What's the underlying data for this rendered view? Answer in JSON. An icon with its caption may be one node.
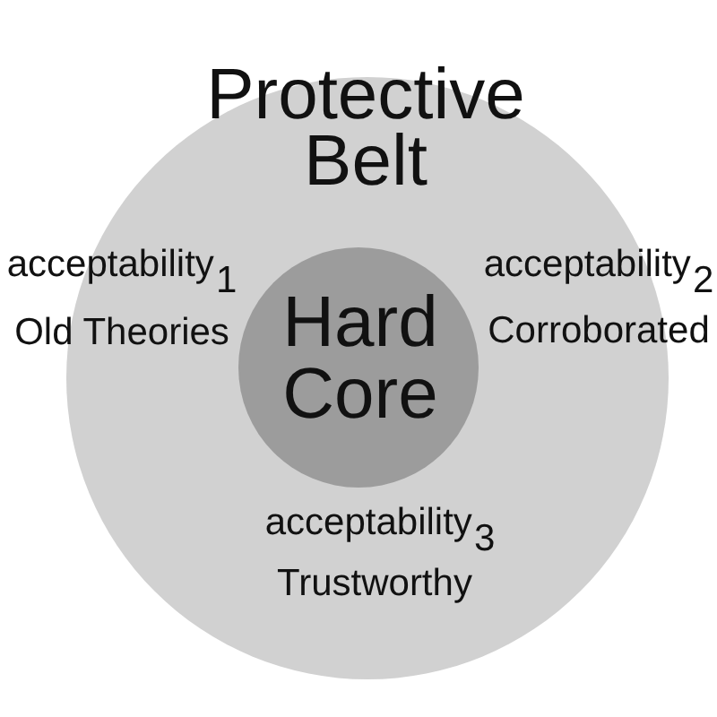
{
  "diagram": {
    "nodes": [
      {
        "text": [
          "Protective Belt",
          "acceptability$_{1}$",
          "Old Theories",
          "acceptability$_{2}$",
          "Corroborated",
          "acceptability$_{3}$",
          "Trustworthy"
        ]
      },
      {
        "text": [
          "Hard Core"
        ],
        "in": 0
      }
    ]
  }
}
